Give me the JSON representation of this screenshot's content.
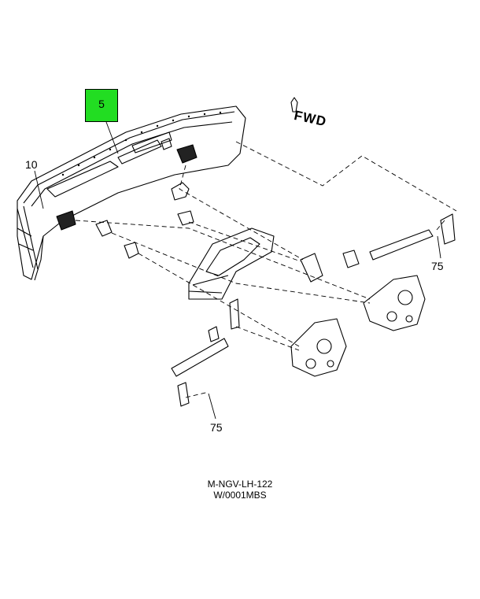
{
  "callouts": {
    "highlighted": "5",
    "left": "10",
    "right": "75",
    "bottom": "75"
  },
  "fwd_label": "FWD",
  "caption": {
    "line1": "M-NGV-LH-122",
    "line2": "W/0001MBS"
  },
  "colors": {
    "highlight": "#22dd22",
    "line": "#000000"
  }
}
